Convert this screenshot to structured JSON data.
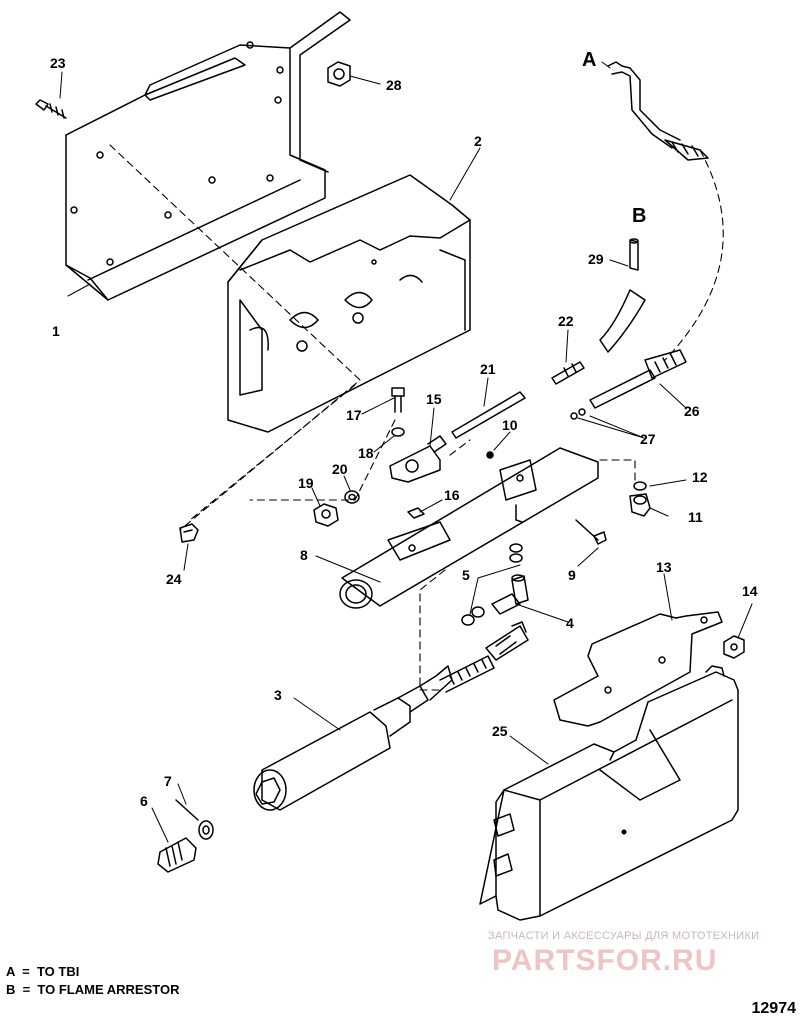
{
  "diagram": {
    "callouts": [
      "1",
      "2",
      "3",
      "4",
      "5",
      "6",
      "7",
      "8",
      "9",
      "10",
      "11",
      "12",
      "13",
      "14",
      "15",
      "16",
      "17",
      "18",
      "19",
      "20",
      "21",
      "22",
      "23",
      "24",
      "25",
      "26",
      "27",
      "28",
      "29"
    ],
    "detail_labels": {
      "a": "A",
      "b": "B"
    }
  },
  "legend": {
    "a": "A  =  TO TBI",
    "b": "B  =  TO FLAME ARRESTOR"
  },
  "figure_number": "12974",
  "watermark": {
    "top_text": "ЗАПЧАСТИ И АКСЕССУАРЫ ДЛЯ МОТОТЕХНИКИ",
    "logo": "PARTSFOR.RU"
  }
}
